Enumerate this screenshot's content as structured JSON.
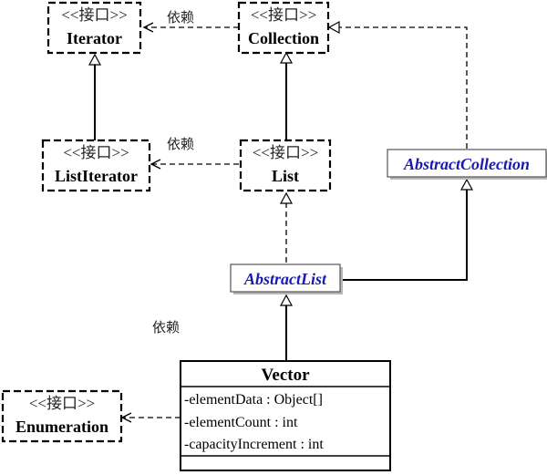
{
  "diagram": {
    "stereotype": "<<接口>>",
    "dependency_label": "依赖",
    "nodes": {
      "iterator": {
        "name": "Iterator"
      },
      "collection": {
        "name": "Collection"
      },
      "list_iterator": {
        "name": "ListIterator"
      },
      "list": {
        "name": "List"
      },
      "abstract_collection": {
        "name": "AbstractCollection"
      },
      "abstract_list": {
        "name": "AbstractList"
      },
      "enumeration": {
        "name": "Enumeration"
      },
      "vector": {
        "name": "Vector",
        "attributes": [
          "-elementData : Object[]",
          "-elementCount : int",
          "-capacityIncrement : int"
        ]
      }
    },
    "relations": [
      {
        "from": "Collection",
        "to": "Iterator",
        "kind": "dependency",
        "label": "依赖"
      },
      {
        "from": "List",
        "to": "ListIterator",
        "kind": "dependency",
        "label": "依赖"
      },
      {
        "from": "Vector",
        "to": "Enumeration",
        "kind": "dependency",
        "label": "依赖"
      },
      {
        "from": "ListIterator",
        "to": "Iterator",
        "kind": "generalization"
      },
      {
        "from": "List",
        "to": "Collection",
        "kind": "generalization"
      },
      {
        "from": "AbstractList",
        "to": "List",
        "kind": "realization"
      },
      {
        "from": "AbstractCollection",
        "to": "Collection",
        "kind": "realization"
      },
      {
        "from": "AbstractList",
        "to": "AbstractCollection",
        "kind": "generalization"
      },
      {
        "from": "Vector",
        "to": "AbstractList",
        "kind": "generalization"
      }
    ]
  }
}
